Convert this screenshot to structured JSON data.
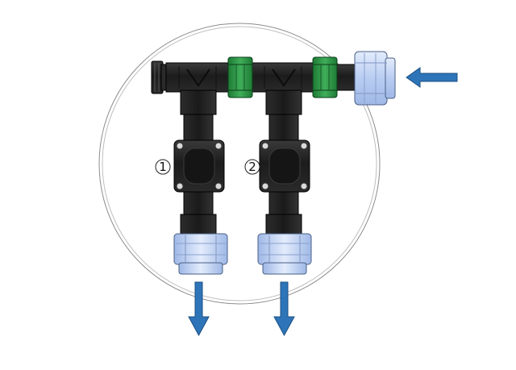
{
  "diagram": {
    "callouts": [
      {
        "id": "valve-1",
        "text": "1"
      },
      {
        "id": "valve-2",
        "text": "2"
      }
    ],
    "flow": {
      "inlet_direction": "left",
      "outlet_direction": "down",
      "outlet_count": 2
    },
    "colors": {
      "body": "#1f1f1f",
      "body_light": "#444444",
      "union_nut": "#1e7a34",
      "union_nut_light": "#3fae5a",
      "compression_fitting": "#b9cdf2",
      "compression_fitting_light": "#e3ecfc",
      "arrow": "#2e74b8",
      "arrow_dark": "#1b4f82",
      "circle": "#8c8c8c",
      "screw": "#d9d9d9"
    },
    "icons": [
      "flow-arrow",
      "ball-valve",
      "union-nut",
      "compression-fitting"
    ]
  }
}
